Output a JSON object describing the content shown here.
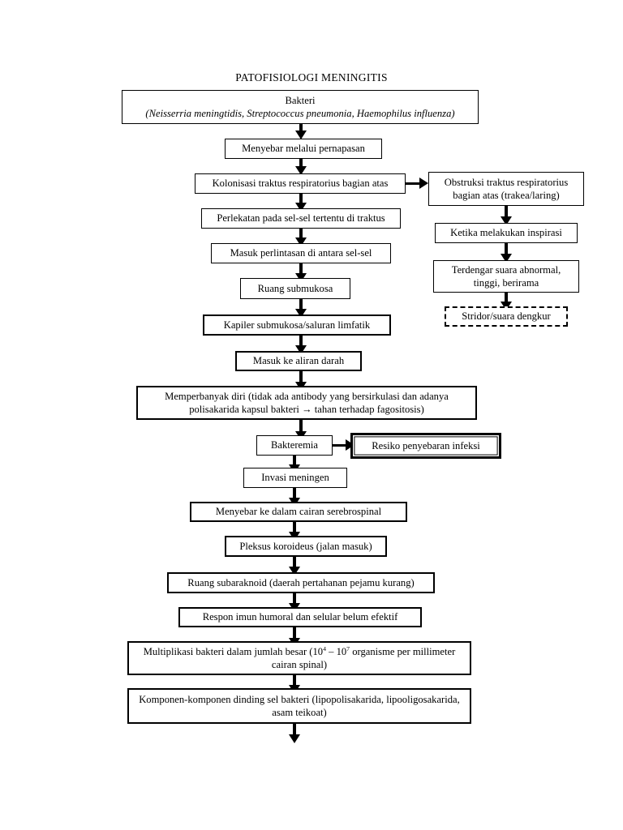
{
  "diagram": {
    "title": "PATOFISIOLOGI MENINGITIS",
    "nodes": {
      "bakteri": {
        "line1": "Bakteri",
        "line2": "(Neisserria meningtidis, Streptococcus pneumonia, Haemophilus influenza)"
      },
      "menyebar_pernapasan": "Menyebar melalui pernapasan",
      "kolonisasi": "Kolonisasi traktus respiratorius bagian atas",
      "obstruksi": "Obstruksi traktus respiratorius bagian atas (trakea/laring)",
      "inspirasi": "Ketika melakukan inspirasi",
      "suara_abnormal": "Terdengar suara abnormal, tinggi, berirama",
      "stridor": "Stridor/suara dengkur",
      "perlekatan": "Perlekatan pada sel-sel tertentu di traktus",
      "perlintasan": "Masuk perlintasan di antara sel-sel",
      "ruang_submukosa": "Ruang submukosa",
      "kapiler": "Kapiler submukosa/saluran limfatik",
      "aliran_darah": "Masuk ke aliran darah",
      "memperbanyak": "Memperbanyak diri (tidak ada antibody yang bersirkulasi dan adanya polisakarida kapsul bakteri → tahan terhadap fagositosis)",
      "bakteremia": "Bakteremia",
      "resiko": "Resiko penyebaran infeksi",
      "invasi": "Invasi meningen",
      "serebrospinal": "Menyebar ke dalam cairan serebrospinal",
      "pleksus": "Pleksus koroideus (jalan masuk)",
      "subaraknoid": "Ruang subaraknoid (daerah pertahanan pejamu kurang)",
      "respon_imun": "Respon imun humoral dan selular belum efektif",
      "multiplikasi_pre": "Multiplikasi bakteri dalam jumlah besar (10",
      "multiplikasi_exp1": "4",
      "multiplikasi_mid": " – 10",
      "multiplikasi_exp2": "7",
      "multiplikasi_post": " organisme per millimeter cairan spinal)",
      "komponen": "Komponen-komponen dinding sel bakteri (lipopolisakarida, lipooligosakarida, asam teikoat)"
    },
    "colors": {
      "line": "#000000",
      "background": "#ffffff"
    }
  }
}
